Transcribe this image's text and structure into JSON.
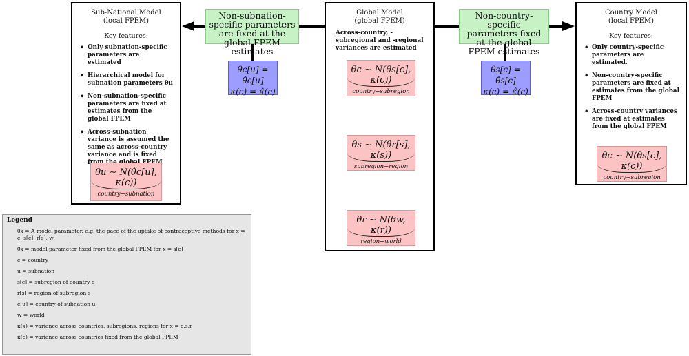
{
  "left_panel": {
    "title_line1": "Sub-National Model",
    "title_line2": "(local FPEM)",
    "key_features": "Key features:",
    "bullets": [
      "Only subnation-specific parameters are estimated",
      "Hierarchical model for subnation parameters θu",
      "Non-subnation-specific parameters are fixed at estimates from the global FPEM",
      "Across-subnation variance is assumed the same as across-country variance and is fixed from the global FPEM"
    ],
    "equation": "θu ∼ N(θ̂c[u], κ(c))",
    "equation_sub": "country−subnation"
  },
  "middle_panel": {
    "title_line1": "Global Model",
    "title_line2": "(global FPEM)",
    "subtitle": "Across-country, -subregional and -regional variances are estimated",
    "equations": [
      {
        "eq": "θc ∼ N(θs[c], κ(c))",
        "sub": "country−subregion"
      },
      {
        "eq": "θs ∼ N(θr[s], κ(s))",
        "sub": "subregion−region"
      },
      {
        "eq": "θr ∼ N(θw, κ(r))",
        "sub": "region−world"
      }
    ]
  },
  "right_panel": {
    "title_line1": "Country Model",
    "title_line2": "(local FPEM)",
    "key_features": "Key features:",
    "bullets": [
      "Only country-specific parameters are estimated.",
      "Non-country-specific parameters are fixed at estimates from the global FPEM",
      "Across-country variances are fixed at estimates from the global FPEM"
    ],
    "equation": "θc ∼ N(θs[c], κ(c))",
    "equation_sub": "country−subregion"
  },
  "green_left": "Non-subnation-specific parameters are fixed at the global FPEM estimates",
  "green_right": "Non-country-specific parameters fixed at the global FPEM estimates",
  "blue_left": {
    "line1": "θc[u] = θ̂c[u]",
    "line2": "κ(c) = κ̂(c)"
  },
  "blue_right": {
    "line1": "θs[c] = θ̂s[c]",
    "line2": "κ(c) = κ̂(c)"
  },
  "legend": {
    "title": "Legend",
    "rows": [
      "θx = A model parameter, e.g. the pace of the uptake of contraceptive methods for x = c, s[c], r[s], w",
      "θ̂x = model parameter fixed from the global FPEM for x = s[c]",
      "c = country",
      "u = subnation",
      "s[c] = subregion of country c",
      "r[s] = region of subregion s",
      "c[u] = country of subnation u",
      "w = world",
      "κ(x) = variance across countries, subregions, regions for x = c,s,r",
      "κ̂(c) = variance across countries fixed from the global FPEM"
    ]
  }
}
